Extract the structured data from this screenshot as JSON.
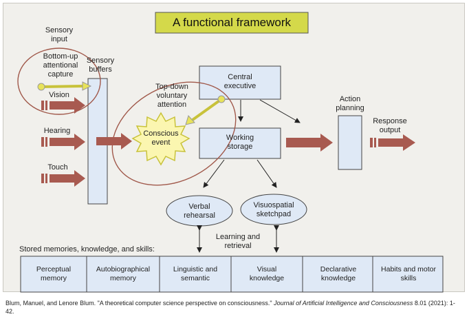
{
  "title": "A functional framework",
  "labels": {
    "sensory_input": "Sensory input",
    "bottom_up": "Bottom-up attentional capture",
    "sensory_buffers": "Sensory buffers",
    "vision": "Vision",
    "hearing": "Hearing",
    "touch": "Touch",
    "top_down": "Top-down voluntary attention",
    "conscious_event": "Conscious event",
    "central_executive": "Central executive",
    "working_storage": "Working storage",
    "action_planning": "Action planning",
    "response_output": "Response output",
    "verbal_rehearsal": "Verbal rehearsal",
    "visuospatial_sketchpad": "Visuospatial sketchpad",
    "learning_retrieval": "Learning and retrieval",
    "stored_memories": "Stored memories, knowledge, and skills:"
  },
  "memory_cells": [
    "Perceptual memory",
    "Autobiographical memory",
    "Linguistic and semantic",
    "Visual knowledge",
    "Declarative knowledge",
    "Habits and motor skills"
  ],
  "caption": {
    "pre": "Blum, Manuel, and Lenore Blum. \"A theoretical computer science perspective on consciousness.\" ",
    "journal": "Journal of Artificial Intelligence and Consciousness",
    "post": " 8.01 (2021): 1-42."
  },
  "colors": {
    "title_bg": "#d4d94a",
    "box_fill": "#dfe9f6",
    "arrow": "#a85a50",
    "ring": "#a0584a",
    "yellow": "#e8e35a"
  }
}
